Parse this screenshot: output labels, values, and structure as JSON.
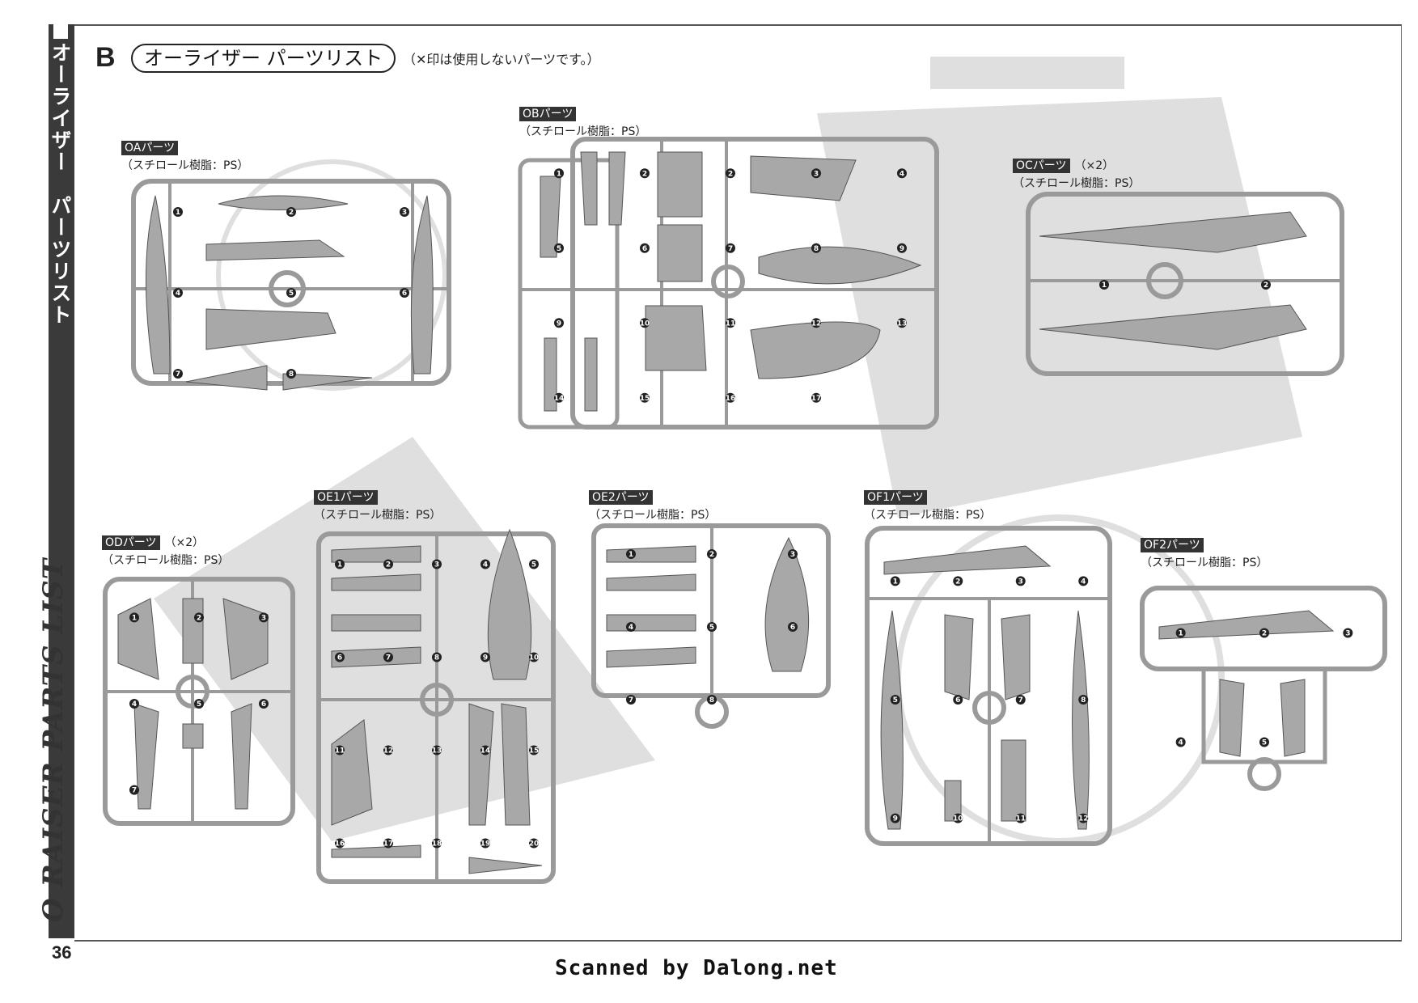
{
  "side": {
    "title_ja": "オーライザー　パーツリスト",
    "title_en": "O RAISER PARTS LIST",
    "page_number": "36"
  },
  "header": {
    "section_letter": "B",
    "title": "オーライザー パーツリスト",
    "note": "（✕印は使用しないパーツです。）"
  },
  "sprues": [
    {
      "id": "OA",
      "tag": "OAパーツ",
      "mult": "",
      "material": "（スチロール樹脂：PS）",
      "numbers": [
        "1",
        "2",
        "3",
        "4",
        "5",
        "6",
        "7",
        "8"
      ]
    },
    {
      "id": "OB",
      "tag": "OBパーツ",
      "mult": "",
      "material": "（スチロール樹脂：PS）",
      "numbers": [
        "1",
        "2",
        "2",
        "3",
        "4",
        "5",
        "6",
        "7",
        "8",
        "9",
        "9",
        "10",
        "11",
        "12",
        "13",
        "14",
        "15",
        "16",
        "17"
      ]
    },
    {
      "id": "OC",
      "tag": "OCパーツ",
      "mult": "（×2）",
      "material": "（スチロール樹脂：PS）",
      "numbers": [
        "1",
        "2"
      ]
    },
    {
      "id": "OD",
      "tag": "ODパーツ",
      "mult": "（×2）",
      "material": "（スチロール樹脂：PS）",
      "numbers": [
        "1",
        "2",
        "3",
        "4",
        "5",
        "6",
        "7"
      ]
    },
    {
      "id": "OE1",
      "tag": "OE1パーツ",
      "mult": "",
      "material": "（スチロール樹脂：PS）",
      "numbers": [
        "1",
        "2",
        "3",
        "4",
        "5",
        "6",
        "7",
        "8",
        "9",
        "10",
        "11",
        "12",
        "13",
        "14",
        "15",
        "16",
        "17",
        "18",
        "19",
        "20"
      ]
    },
    {
      "id": "OE2",
      "tag": "OE2パーツ",
      "mult": "",
      "material": "（スチロール樹脂：PS）",
      "numbers": [
        "1",
        "2",
        "3",
        "4",
        "5",
        "6",
        "7",
        "8"
      ]
    },
    {
      "id": "OF1",
      "tag": "OF1パーツ",
      "mult": "",
      "material": "（スチロール樹脂：PS）",
      "numbers": [
        "1",
        "2",
        "3",
        "4",
        "5",
        "6",
        "7",
        "8",
        "9",
        "10",
        "11",
        "12"
      ]
    },
    {
      "id": "OF2",
      "tag": "OF2パーツ",
      "mult": "",
      "material": "（スチロール樹脂：PS）",
      "numbers": [
        "1",
        "2",
        "3",
        "4",
        "5"
      ]
    }
  ],
  "credit": "Scanned by Dalong.net",
  "colors": {
    "sprue": "#9a9a9a",
    "part": "#a8a8a8",
    "dark": "#333333"
  }
}
